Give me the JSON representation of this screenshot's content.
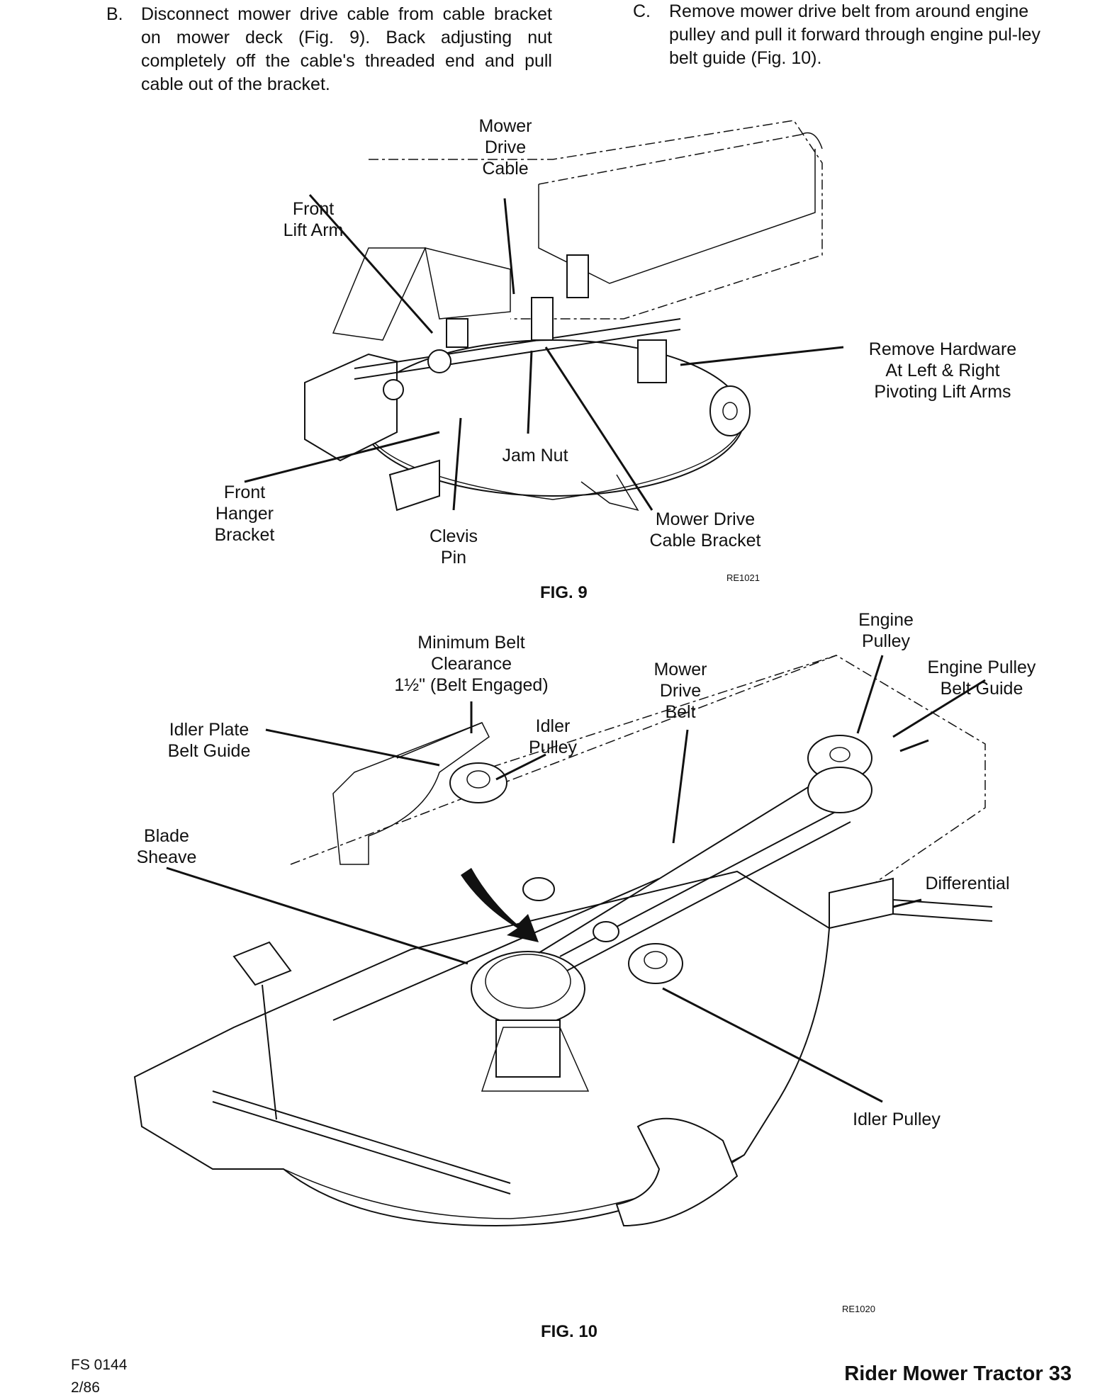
{
  "instructions": {
    "b": {
      "step": "B.",
      "text": "Disconnect mower drive cable from cable bracket on mower deck (Fig. 9). Back adjusting nut completely off the cable's threaded end and pull cable out of the bracket."
    },
    "c": {
      "step": "C.",
      "text": "Remove mower drive belt from around engine pulley and pull it forward through engine pul-ley belt guide (Fig. 10)."
    }
  },
  "fig9": {
    "caption": "FIG. 9",
    "ref_code": "RE1021",
    "labels": {
      "mower_drive_cable": "Mower\nDrive\nCable",
      "front_lift_arm": "Front\nLift Arm",
      "remove_hardware": "Remove Hardware\nAt Left & Right\nPivoting Lift Arms",
      "jam_nut": "Jam Nut",
      "front_hanger_bracket": "Front\nHanger\nBracket",
      "clevis_pin": "Clevis\nPin",
      "mower_drive_cable_bracket": "Mower Drive\nCable Bracket"
    }
  },
  "fig10": {
    "caption": "FIG. 10",
    "ref_code": "RE1020",
    "labels": {
      "minimum_belt_clearance": "Minimum Belt\nClearance\n1½\" (Belt Engaged)",
      "engine_pulley": "Engine\nPulley",
      "engine_pulley_belt_guide": "Engine Pulley\nBelt Guide",
      "mower_drive_belt": "Mower\nDrive\nBelt",
      "idler_plate_belt_guide": "Idler Plate\nBelt Guide",
      "idler_pulley_top": "Idler\nPulley",
      "blade_sheave": "Blade\nSheave",
      "differential": "Differential",
      "idler_pulley_bottom": "Idler Pulley"
    }
  },
  "footer": {
    "form_number": "FS 0144",
    "date": "2/86",
    "page_title": "Rider Mower Tractor 33"
  }
}
